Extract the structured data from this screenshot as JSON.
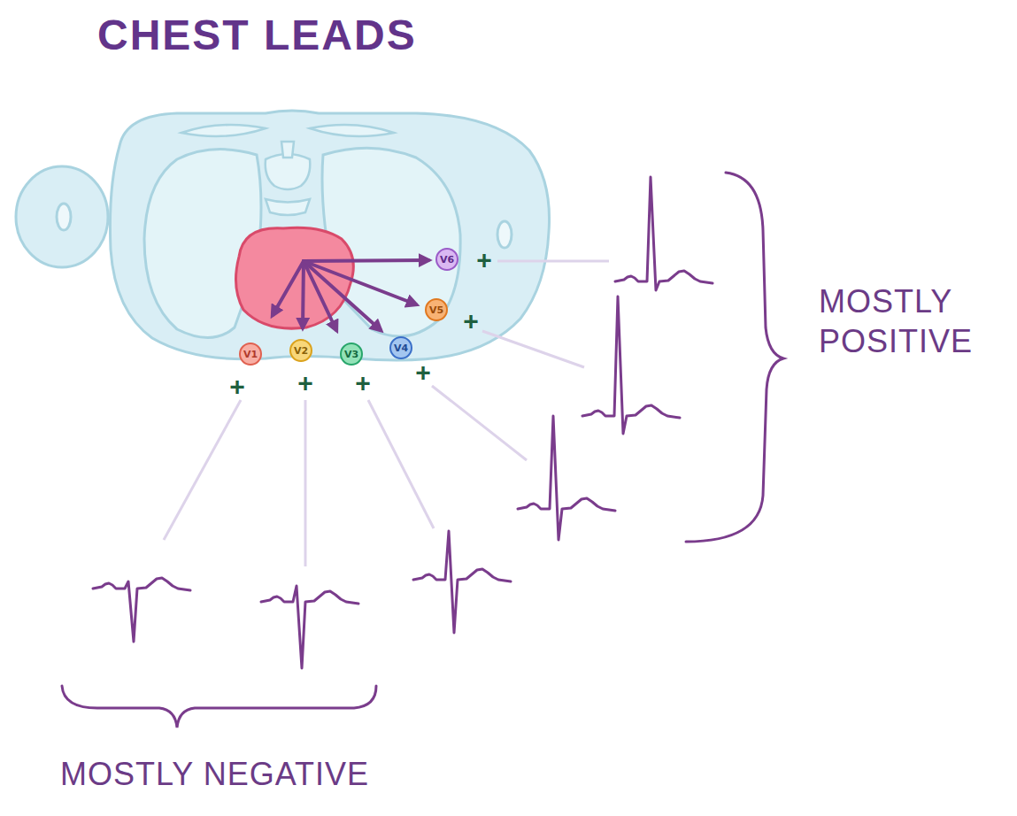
{
  "diagram": {
    "title": "CHEST LEADS",
    "nodes": [
      {
        "text": [
          "V1"
        ]
      },
      {
        "text": [
          "V2"
        ]
      },
      {
        "text": [
          "V3"
        ]
      },
      {
        "text": [
          "V4"
        ]
      },
      {
        "text": [
          "V5"
        ]
      },
      {
        "text": [
          "V6"
        ]
      }
    ],
    "labels": [
      "+",
      "+",
      "+",
      "+",
      "+",
      "+",
      "MOSTLY POSITIVE",
      "MOSTLY NEGATIVE"
    ]
  }
}
